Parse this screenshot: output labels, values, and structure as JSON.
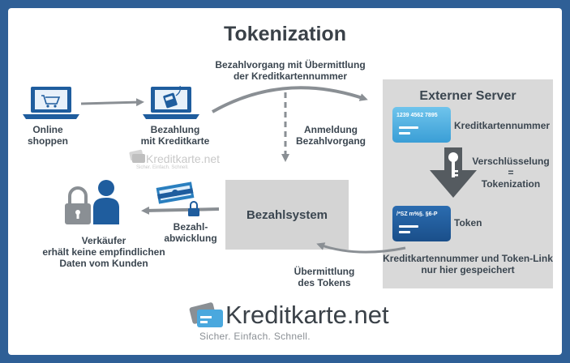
{
  "title": "Tokenization",
  "labels": {
    "online_shoppen": "Online\nshoppen",
    "bezahlung_kreditkarte": "Bezahlung\nmit Kreditkarte",
    "bezahlvorgang_uebermittlung": "Bezahlvorgang mit Übermittlung\nder Kreditkartennummer",
    "anmeldung_bezahlvorgang": "Anmeldung\nBezahlvorgang",
    "bezahlabwicklung": "Bezahl-\nabwicklung",
    "verkaeufer": "Verkäufer\nerhält keine empfindlichen\nDaten vom Kunden",
    "uebermittlung_token": "Übermittlung\ndes Tokens"
  },
  "bezahlsystem": {
    "label": "Bezahlsystem"
  },
  "external_server": {
    "title": "Externer Server",
    "card_number": "1239 4562 7895",
    "card_label": "Kreditkartennummer",
    "encryption_label": "Verschlüsselung\n=\nTokenization",
    "token_value": "/*SZ   m%§.   §6-P",
    "token_label": "Token",
    "storage_note": "Kreditkartennummer und Token-Link\nnur hier gespeichert"
  },
  "watermark": {
    "text": "Kreditkarte.net",
    "tagline": "Sicher. Einfach. Schnell."
  },
  "logo": {
    "text": "Kreditkarte.net",
    "tagline": "Sicher. Einfach. Schnell."
  },
  "colors": {
    "background": "#2f5f96",
    "icon_blue": "#1f5d9e",
    "arrow_gray": "#8a8f94",
    "server_box": "#d9d9d9",
    "card_light": "#4aa8de",
    "card_dark": "#1f5d9e"
  }
}
